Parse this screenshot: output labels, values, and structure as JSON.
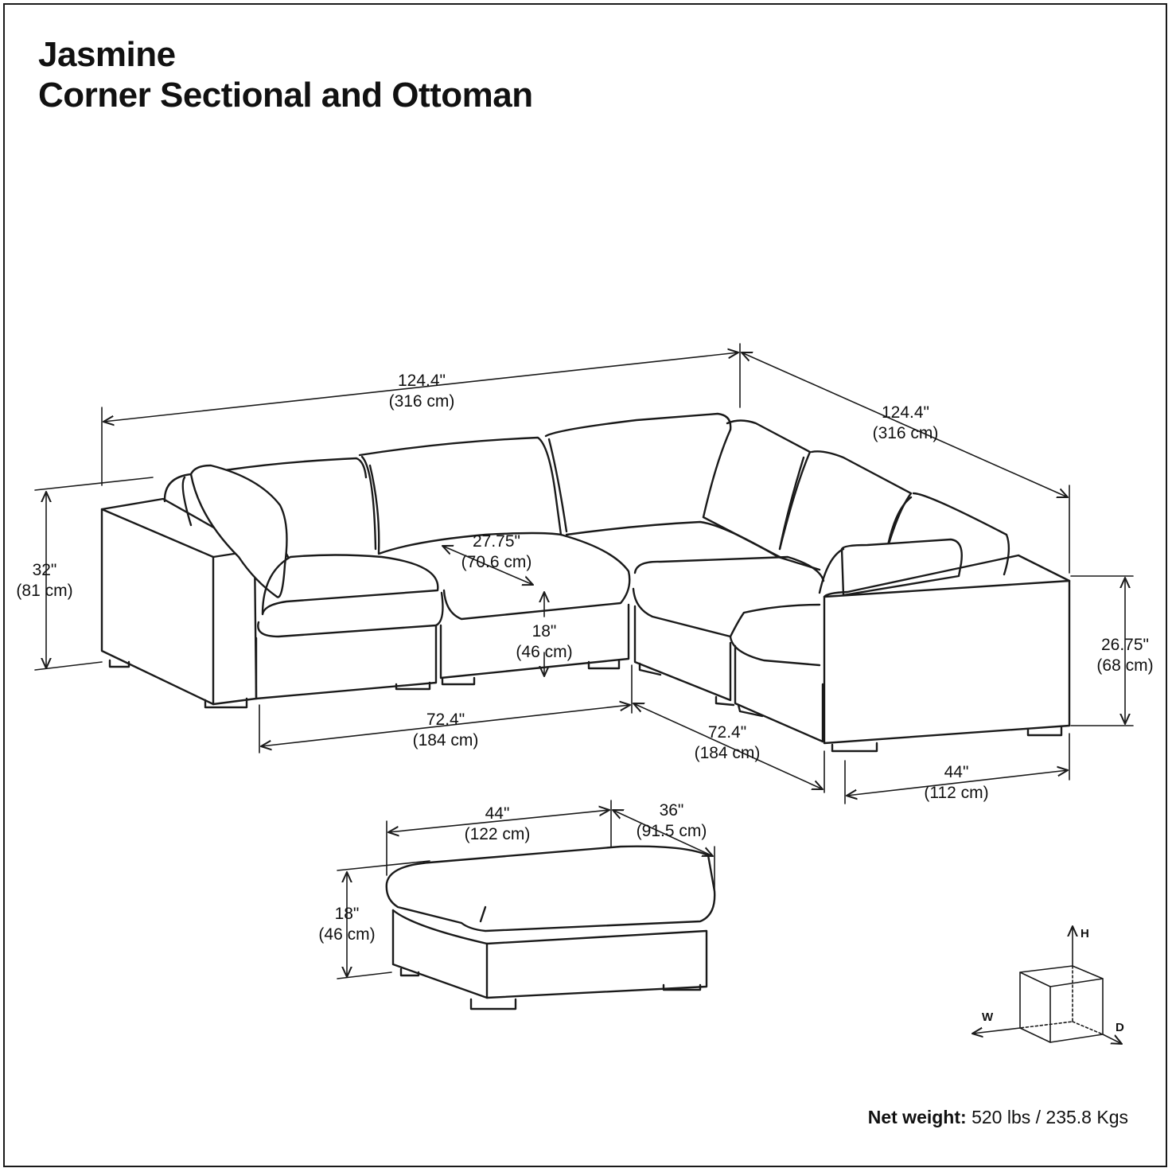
{
  "title": {
    "line1": "Jasmine",
    "line2": "Corner Sectional and Ottoman"
  },
  "dimensions": {
    "top_left_width": {
      "imperial": "124.4\"",
      "metric": "(316 cm)"
    },
    "top_right_width": {
      "imperial": "124.4\"",
      "metric": "(316 cm)"
    },
    "total_height": {
      "imperial": "32\"",
      "metric": "(81 cm)"
    },
    "arm_height": {
      "imperial": "26.75\"",
      "metric": "(68 cm)"
    },
    "seat_depth": {
      "imperial": "27.75\"",
      "metric": "(70.6 cm)"
    },
    "seat_height": {
      "imperial": "18\"",
      "metric": "(46 cm)"
    },
    "left_section": {
      "imperial": "72.4\"",
      "metric": "(184 cm)"
    },
    "right_section": {
      "imperial": "72.4\"",
      "metric": "(184 cm)"
    },
    "arm_depth": {
      "imperial": "44\"",
      "metric": "(112 cm)"
    },
    "ottoman_width": {
      "imperial": "44\"",
      "metric": "(122 cm)"
    },
    "ottoman_depth": {
      "imperial": "36\"",
      "metric": "(91.5 cm)"
    },
    "ottoman_height": {
      "imperial": "18\"",
      "metric": "(46 cm)"
    }
  },
  "axis_legend": {
    "h": "H",
    "w": "W",
    "d": "D"
  },
  "net_weight": {
    "label": "Net weight:",
    "value": "520 lbs / 235.8 Kgs"
  }
}
